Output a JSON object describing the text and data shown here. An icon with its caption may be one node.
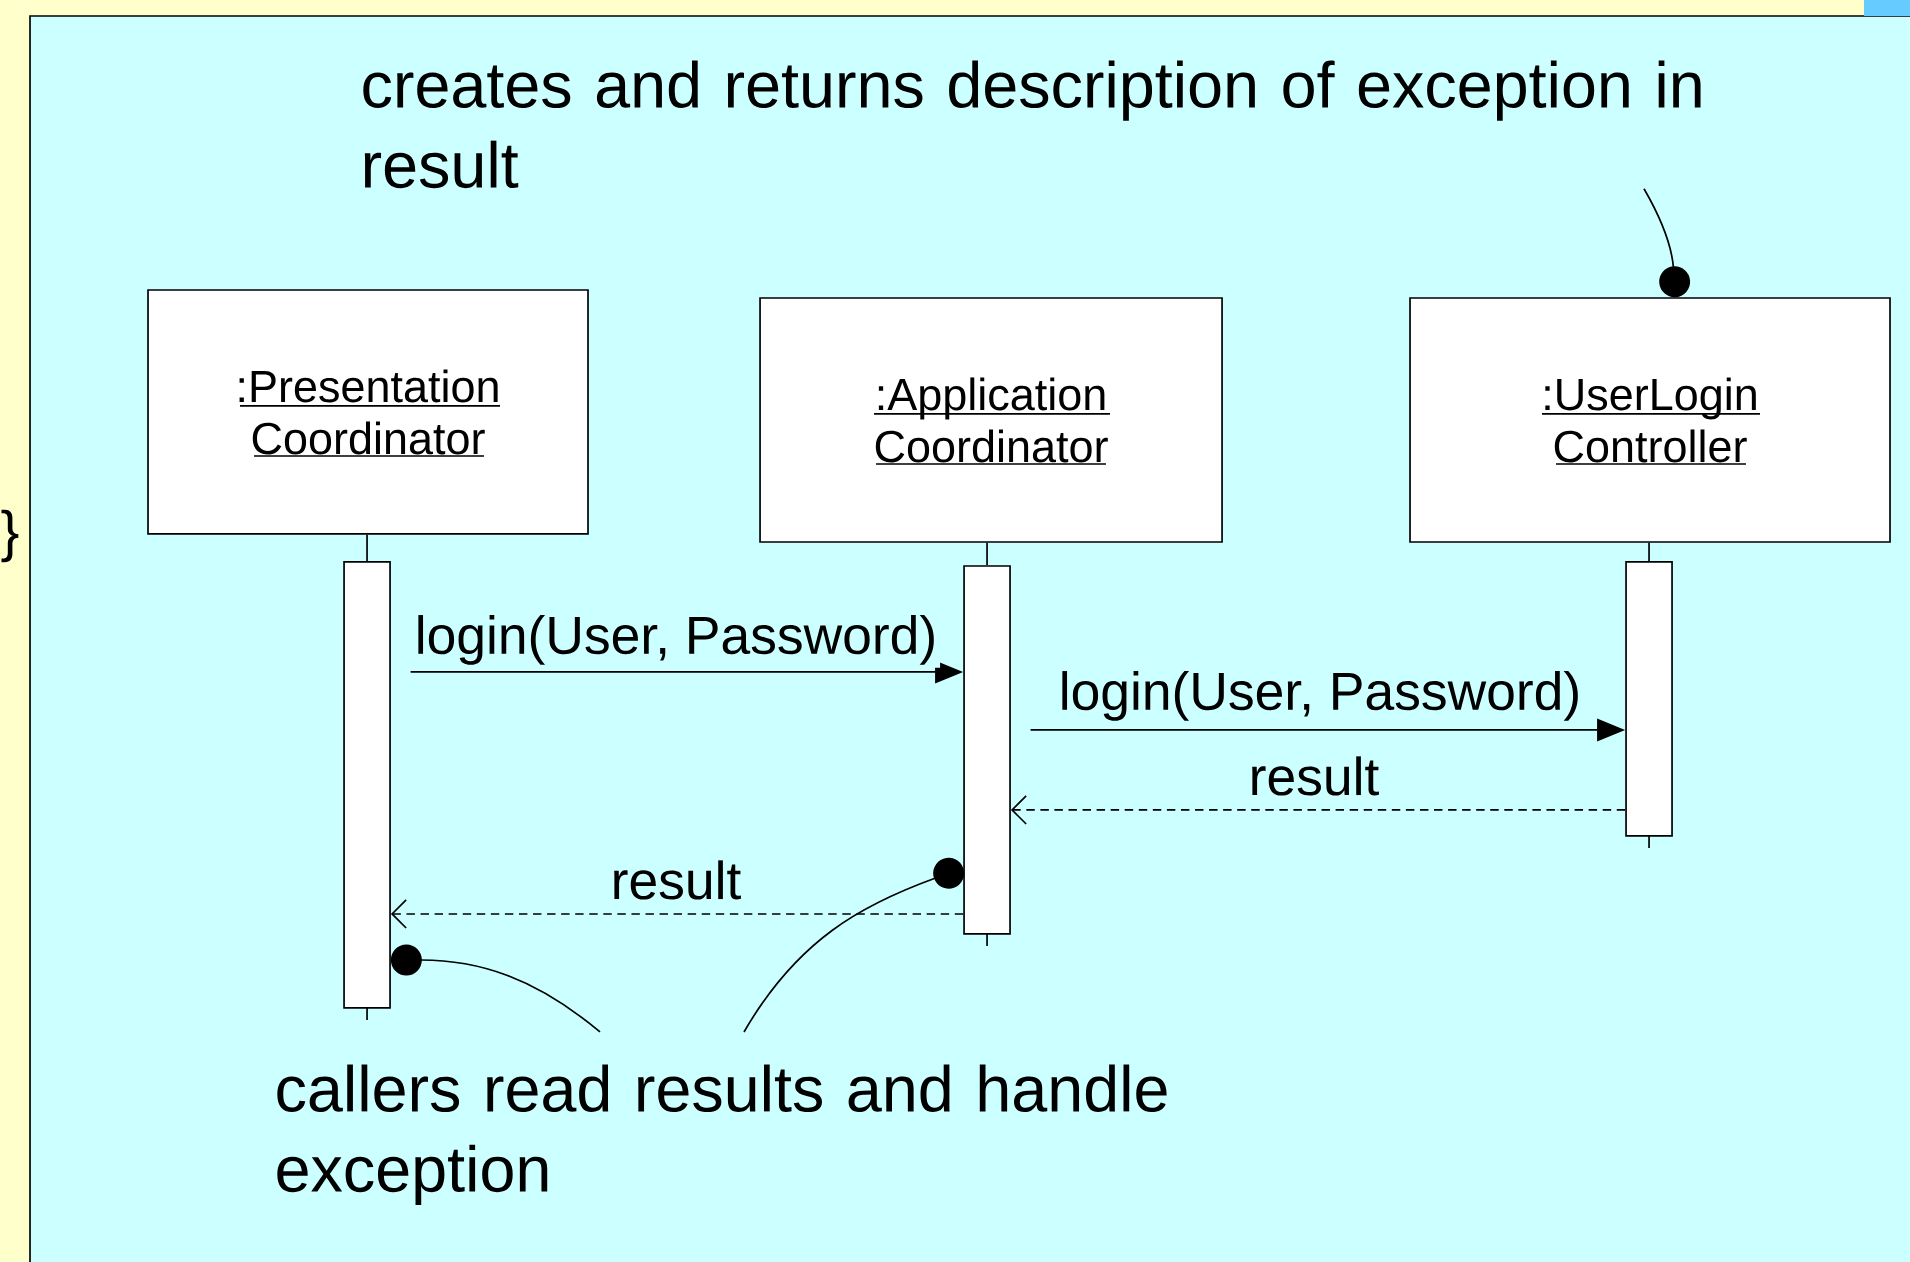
{
  "diagram": {
    "nodes": [
      {
        "text": [
          ":Presentation Coordinator"
        ]
      },
      {
        "text": [
          ":Application Coordinator"
        ]
      },
      {
        "text": [
          ":UserLogin Controller"
        ]
      },
      {
        "text": [],
        "shape": "bar"
      },
      {
        "text": [],
        "shape": "bar"
      },
      {
        "text": [],
        "shape": "bar"
      },
      {
        "text": [
          "creates and returns description of exception in result"
        ]
      },
      {
        "text": [
          "callers read results and handle exception"
        ]
      }
    ],
    "edges": [
      {
        "from": 0,
        "to": 3,
        "arrow": "none"
      },
      {
        "from": 1,
        "to": 4,
        "arrow": "none"
      },
      {
        "from": 2,
        "to": 5,
        "arrow": "none"
      },
      {
        "from": 3,
        "to": 4,
        "arrow": "to",
        "label": "login(User, Password)"
      },
      {
        "from": 4,
        "to": 5,
        "arrow": "to",
        "label": "login(User, Password)"
      },
      {
        "from": 5,
        "to": 4,
        "arrow": "to",
        "label": "result",
        "style": "dashed"
      },
      {
        "from": 4,
        "to": 3,
        "arrow": "to",
        "label": "result",
        "style": "dashed"
      },
      {
        "from": 6,
        "to": 2,
        "arrow": "other"
      },
      {
        "from": 7,
        "to": 3,
        "arrow": "other"
      },
      {
        "from": 7,
        "to": 4,
        "arrow": "other"
      }
    ],
    "labels": [
      "}"
    ]
  }
}
